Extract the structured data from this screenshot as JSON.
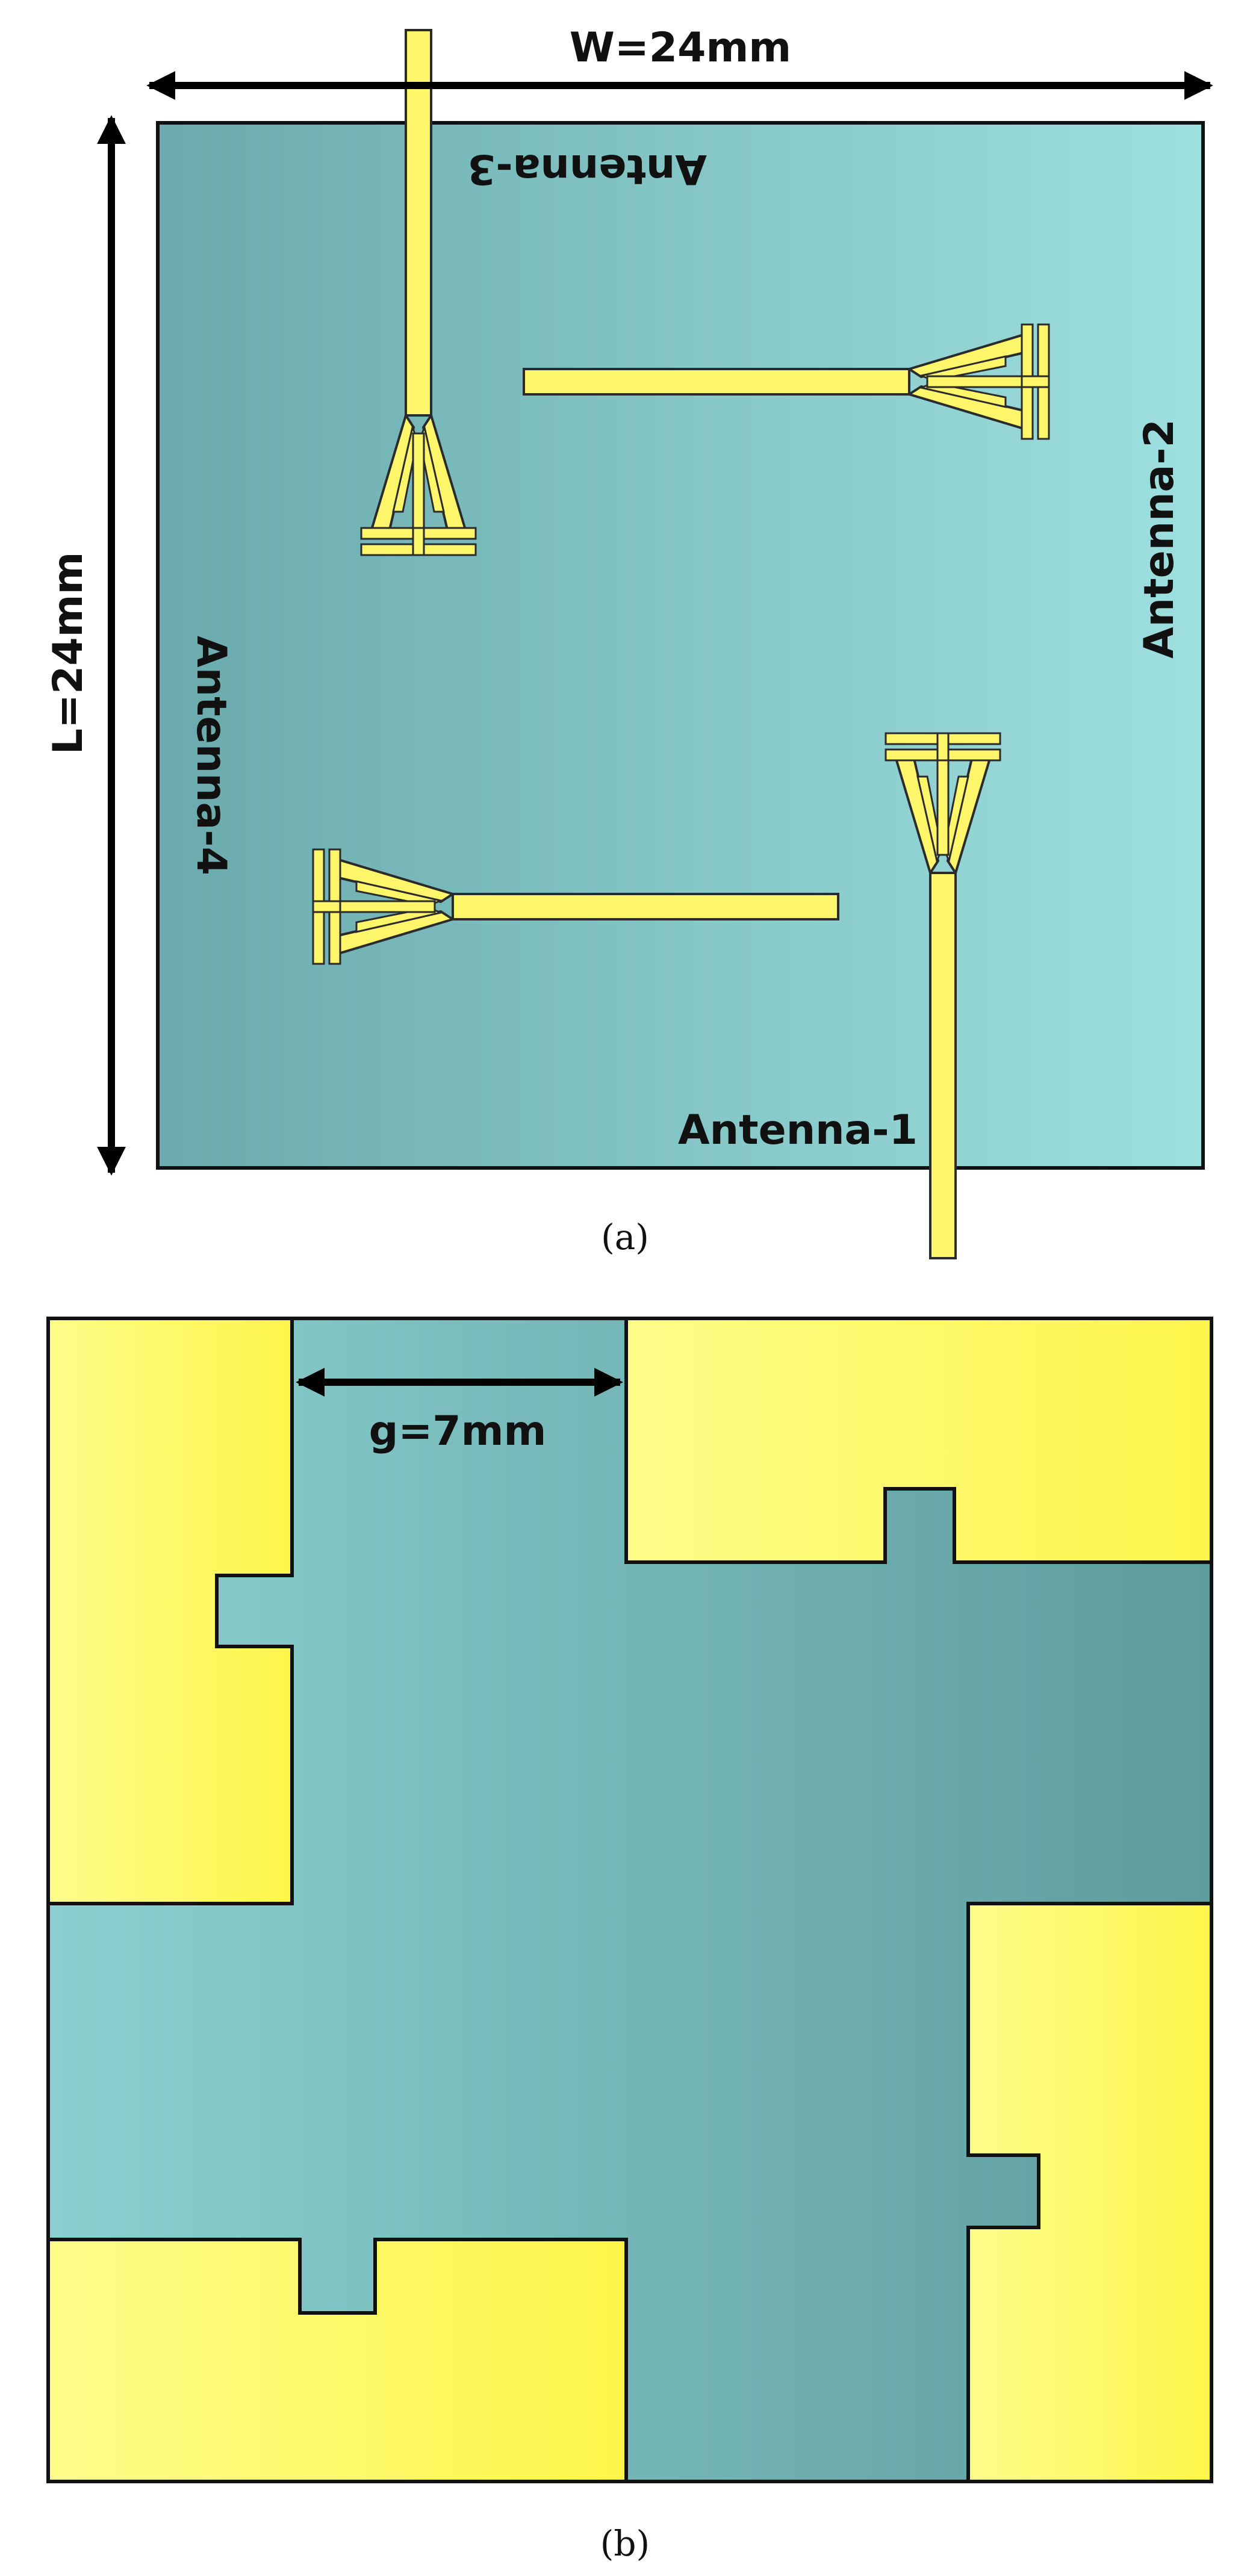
{
  "figure_a": {
    "width_label": "W=24mm",
    "length_label": "L=24mm",
    "antenna_labels": {
      "antenna1": "Antenna-1",
      "antenna2": "Antenna-2",
      "antenna3": "Antenna-3",
      "antenna4": "Antenna-4"
    },
    "caption": "(a)"
  },
  "figure_b": {
    "gap_label": "g=7mm",
    "caption": "(b)"
  },
  "colors": {
    "substrate_light": "#97dcdc",
    "substrate_dark": "#5f9ea0",
    "copper": "#fdf56a",
    "outline": "#111111",
    "arrow": "#000000"
  }
}
